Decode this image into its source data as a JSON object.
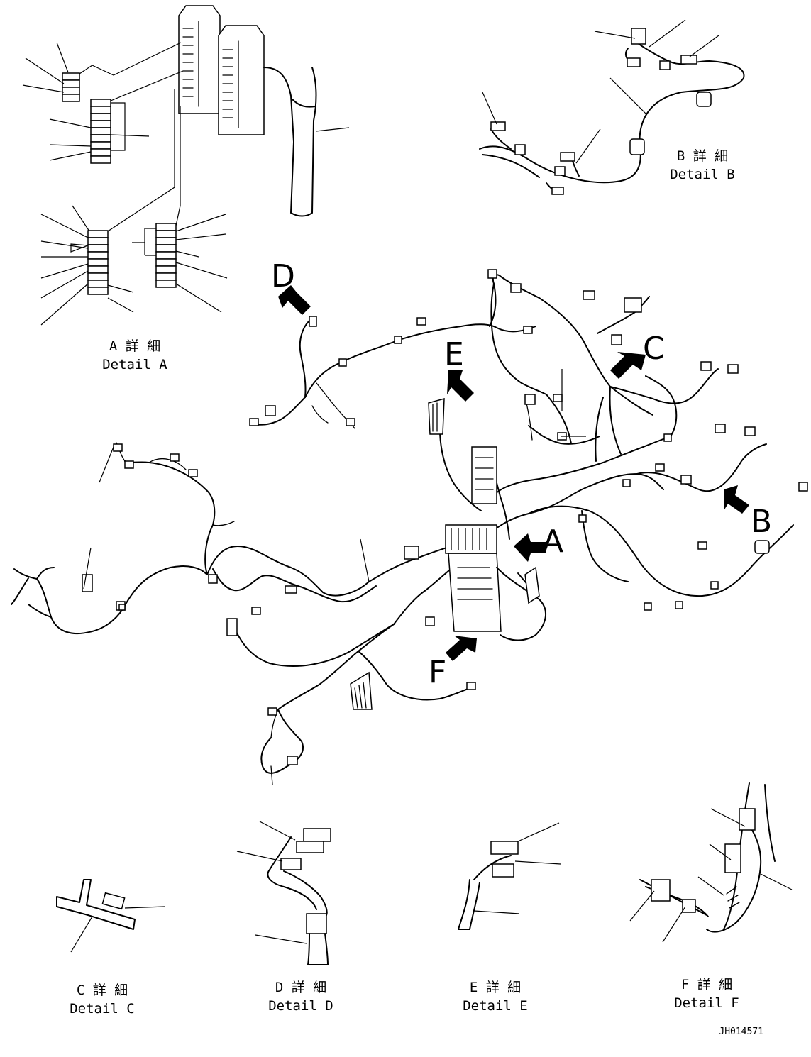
{
  "callouts": {
    "a": "A",
    "b": "B",
    "c": "C",
    "d": "D",
    "e": "E",
    "f": "F"
  },
  "details": {
    "a": {
      "jp": "A 詳 細",
      "en": "Detail A"
    },
    "b": {
      "jp": "B 詳 細",
      "en": "Detail B"
    },
    "c": {
      "jp": "C 詳 細",
      "en": "Detail C"
    },
    "d": {
      "jp": "D 詳 細",
      "en": "Detail D"
    },
    "e": {
      "jp": "E 詳 細",
      "en": "Detail E"
    },
    "f": {
      "jp": "F 詳 細",
      "en": "Detail F"
    }
  },
  "drawing_id": "JH014571"
}
